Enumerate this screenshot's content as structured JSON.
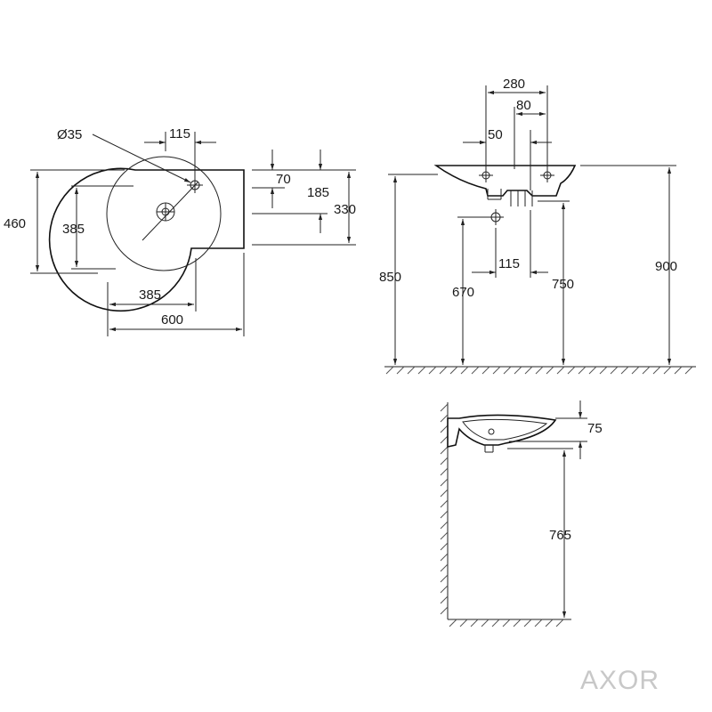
{
  "brand": {
    "logo_text": "AXOR",
    "logo_color": "#c8c8c8"
  },
  "plan_view": {
    "dims": {
      "hole_diameter": "Ø35",
      "tap_offset": "115",
      "tap_depth": "70",
      "back_depth": "185",
      "right_depth": "330",
      "total_depth": "460",
      "bowl_depth": "385",
      "bowl_width": "385",
      "total_width": "600"
    }
  },
  "front_view": {
    "dims": {
      "deck_width": "280",
      "tap_spacing": "80",
      "overflow_offset": "50",
      "waste_offset": "115",
      "rim_height": "850",
      "waste_height": "670",
      "bottom_height": "750",
      "top_height": "900"
    }
  },
  "side_view": {
    "dims": {
      "bowl_height": "75",
      "underside_height": "765"
    }
  }
}
